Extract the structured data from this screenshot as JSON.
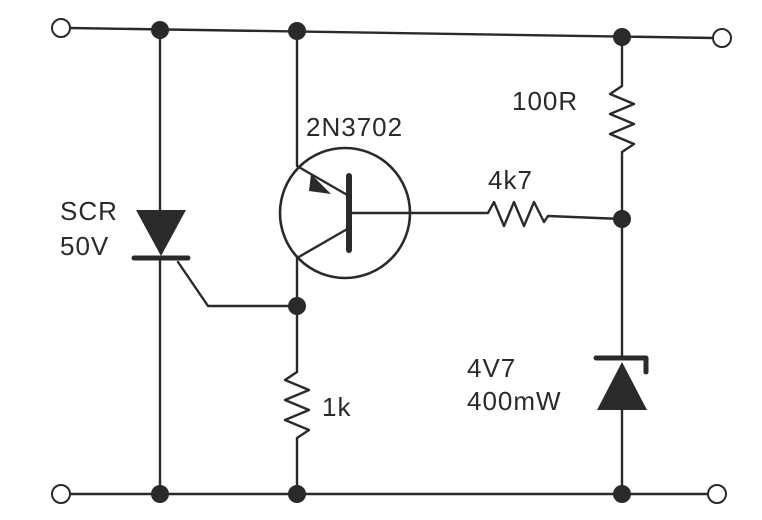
{
  "labels": {
    "scr_name": "SCR",
    "scr_rating": "50V",
    "transistor": "2N3702",
    "r_100": "100R",
    "r_4k7": "4k7",
    "r_1k": "1k",
    "zener_voltage": "4V7",
    "zener_power": "400mW"
  },
  "colors": {
    "ink": "#2a2a2a",
    "background": "#ffffff"
  }
}
